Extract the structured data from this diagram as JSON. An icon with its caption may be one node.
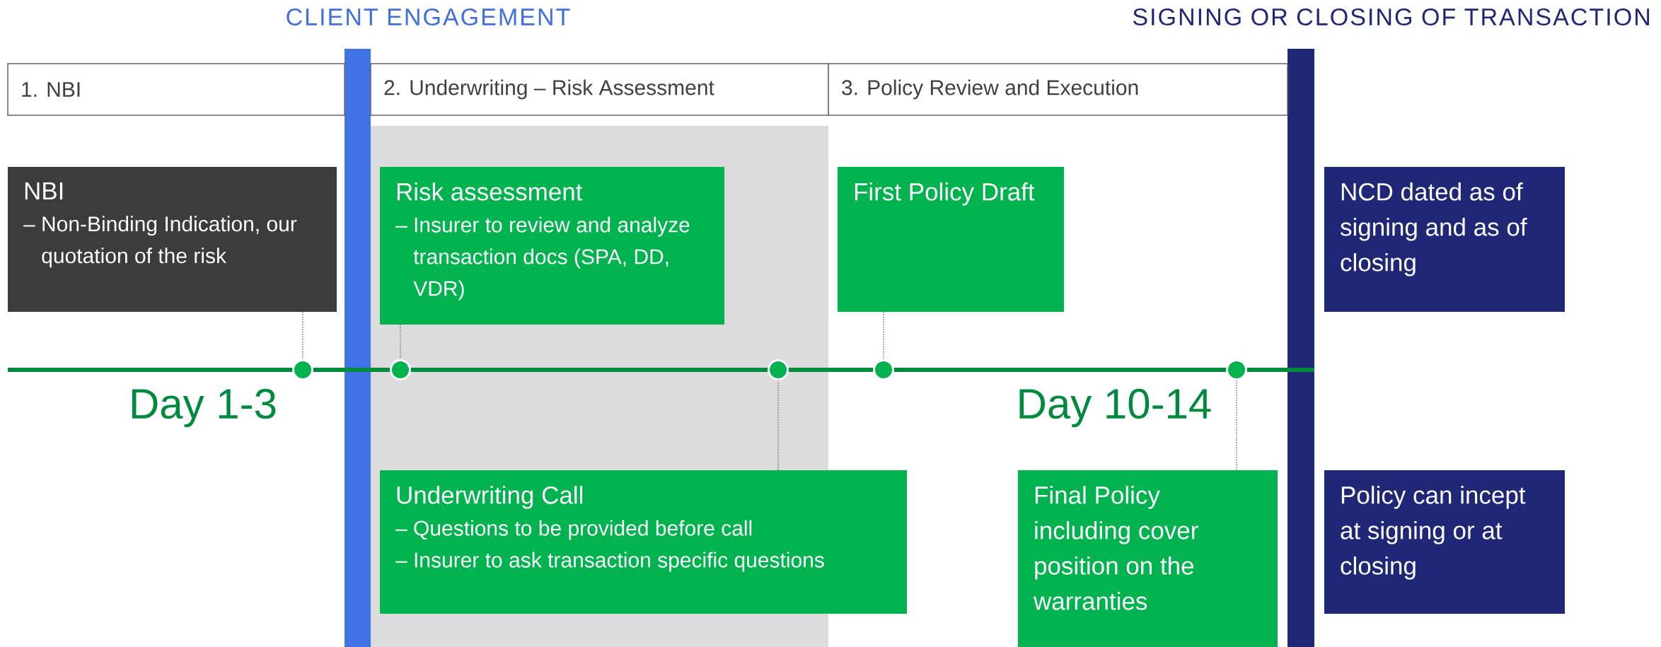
{
  "diagram": {
    "nodes": [
      {
        "text": [
          "1. NBI"
        ]
      },
      {
        "text": [
          "2. Underwriting – Risk Assessment"
        ]
      },
      {
        "text": [
          "3. Policy Review and Execution"
        ]
      },
      {
        "text": [
          "NBI",
          "– Non-Binding Indication, our quotation of the risk"
        ]
      },
      {
        "text": [
          "Risk assessment",
          "– Insurer to review and analyze transaction docs (SPA, DD, VDR)"
        ]
      },
      {
        "text": [
          "First Policy Draft"
        ]
      },
      {
        "text": [
          "NCD dated as of signing and as of closing"
        ]
      },
      {
        "text": [],
        "shape": "circle"
      },
      {
        "text": [],
        "shape": "circle"
      },
      {
        "text": [],
        "shape": "circle"
      },
      {
        "text": [],
        "shape": "circle"
      },
      {
        "text": [],
        "shape": "circle"
      },
      {
        "text": [
          "Underwriting Call",
          "– Questions to be provided before call",
          "– Insurer to ask transaction specific questions"
        ]
      },
      {
        "text": [
          "Final Policy including cover position on the warranties"
        ]
      },
      {
        "text": [
          "Policy can incept at signing or at closing"
        ]
      },
      {
        "text": [],
        "shape": "bar",
        "beside": [
          "CLIENT ENGAGEMENT"
        ]
      },
      {
        "text": [],
        "shape": "bar",
        "beside": [
          "SIGNING OR CLOSING OF TRANSACTION"
        ]
      }
    ],
    "edges": [
      {
        "from": 3,
        "to": 7,
        "arrow": "none"
      },
      {
        "from": 4,
        "to": 8,
        "arrow": "none"
      },
      {
        "from": 12,
        "to": 9,
        "arrow": "none"
      },
      {
        "from": 5,
        "to": 10,
        "arrow": "none"
      },
      {
        "from": 13,
        "to": 11,
        "arrow": "none"
      }
    ],
    "labels": [
      "Day 1-3",
      "Day 10-14"
    ]
  }
}
